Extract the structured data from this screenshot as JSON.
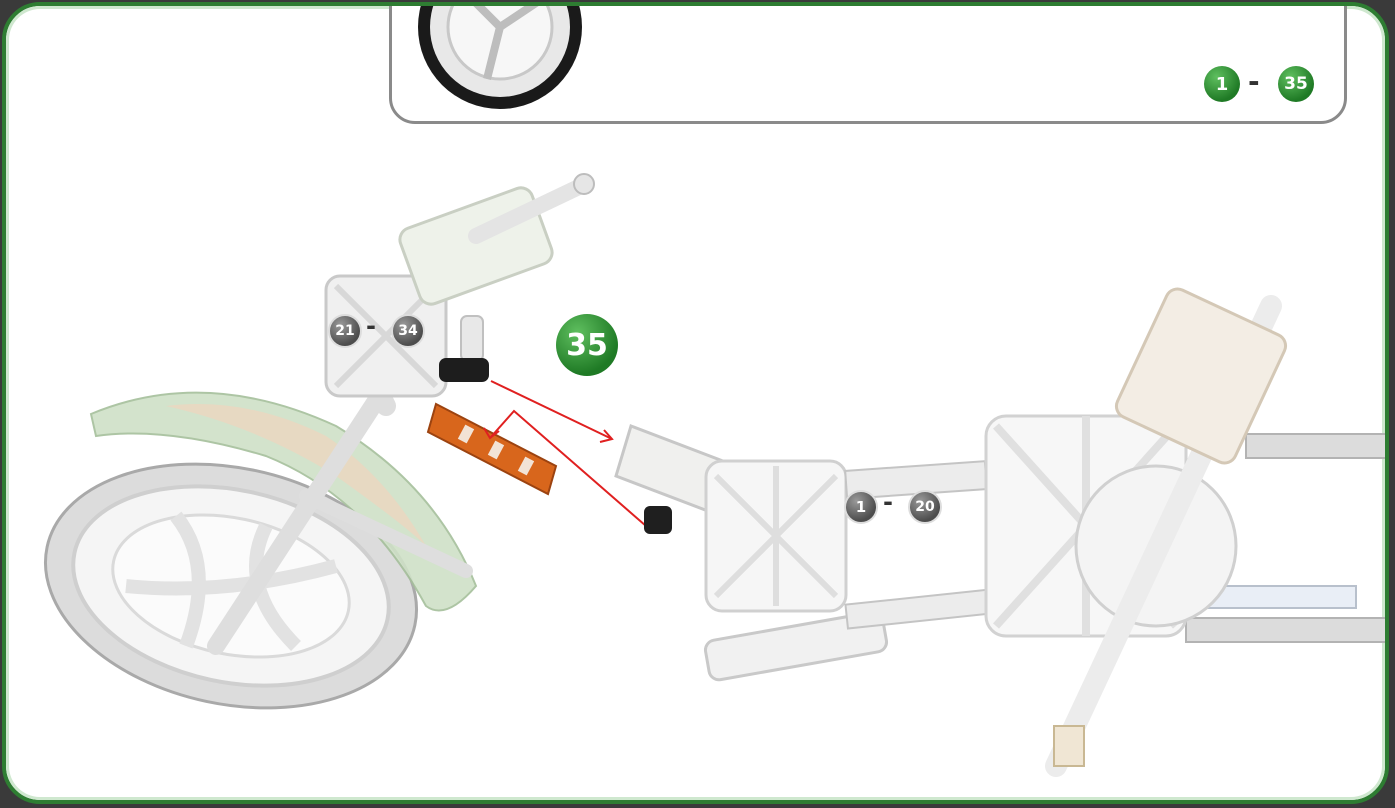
{
  "header_range": {
    "start": "1",
    "separator": "-",
    "end": "35"
  },
  "step": {
    "number": "35"
  },
  "front_range": {
    "start": "21",
    "separator": "-",
    "end": "34"
  },
  "chassis_range": {
    "start": "1",
    "separator": "-",
    "end": "20"
  },
  "colors": {
    "frame": "#2e7d32",
    "badge_green": "#2e8b33",
    "badge_grey": "#555555",
    "arrow": "#e02020",
    "orange_part": "#d8661c"
  }
}
